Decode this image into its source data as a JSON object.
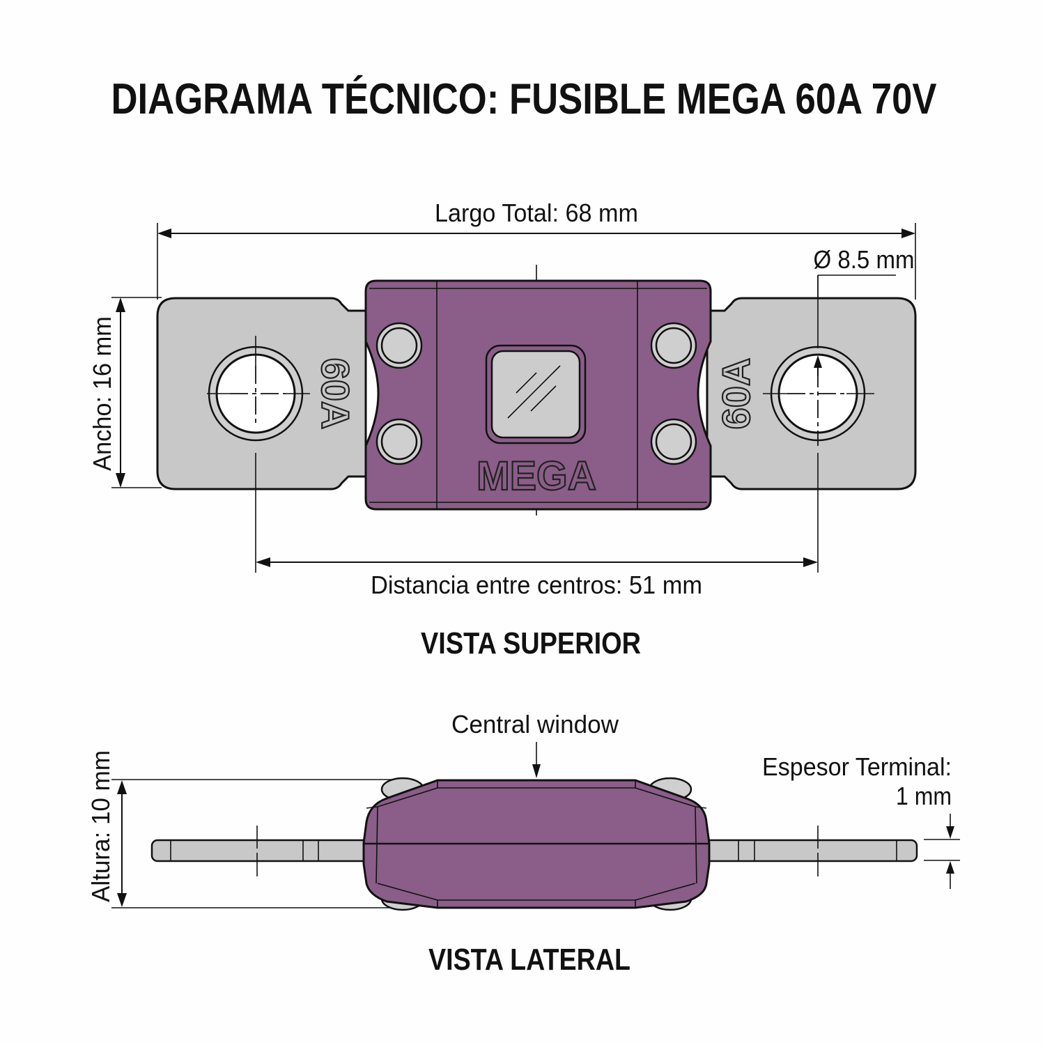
{
  "title": "DIAGRAMA TÉCNICO: FUSIBLE MEGA 60A 70V",
  "colors": {
    "fuse_body": "#8a5e88",
    "terminal_metal": "#c8c8c8",
    "line": "#111111",
    "background": "#fefefe"
  },
  "top_view": {
    "label": "VISTA SUPERIOR",
    "total_length": "Largo Total: 68 mm",
    "hole_diameter": "Ø 8.5 mm",
    "width": "Ancho: 16 mm",
    "center_distance": "Distancia entre centros: 51 mm",
    "body_marking": "MEGA",
    "rating_left": "60A",
    "rating_right": "60A"
  },
  "side_view": {
    "label": "VISTA LATERAL",
    "window_callout": "Central window",
    "height": "Altura: 10 mm",
    "terminal_thickness_line1": "Espesor Terminal:",
    "terminal_thickness_line2": "1 mm"
  }
}
